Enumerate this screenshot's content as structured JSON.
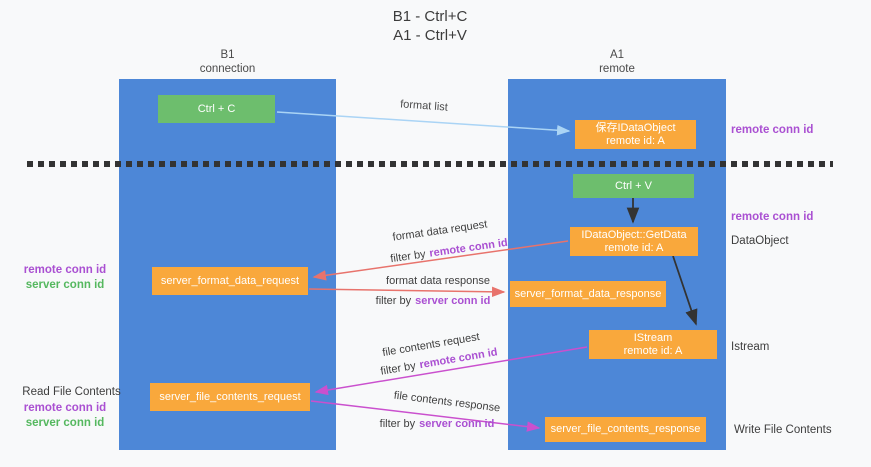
{
  "title": {
    "line1": "B1 - Ctrl+C",
    "line2": "A1 - Ctrl+V"
  },
  "columns": {
    "b1": {
      "name": "B1",
      "subtitle": "connection"
    },
    "a1": {
      "name": "A1",
      "subtitle": "remote"
    }
  },
  "nodes": {
    "ctrl_c": {
      "label": "Ctrl + C"
    },
    "ctrl_v": {
      "label": "Ctrl + V"
    },
    "save_idataobject": {
      "line1": "保存IDataObject",
      "line2": "remote id: A"
    },
    "getdata": {
      "line1": "IDataObject::GetData",
      "line2": "remote id: A"
    },
    "istream": {
      "line1": "IStream",
      "line2": "remote id: A"
    },
    "server_format_data_request": {
      "label": "server_format_data_request"
    },
    "server_format_data_response": {
      "label": "server_format_data_response"
    },
    "server_file_contents_request": {
      "label": "server_file_contents_request"
    },
    "server_file_contents_response": {
      "label": "server_file_contents_response"
    }
  },
  "edge_labels": {
    "format_list": "format list",
    "format_data_request": "format data request",
    "format_data_response": "format data response",
    "file_contents_request": "file contents request",
    "file_contents_response": "file contents response",
    "filter_by": "filter by",
    "remote_conn_id": "remote conn id",
    "server_conn_id": "server conn id"
  },
  "side_labels": {
    "remote_conn_id": "remote conn id",
    "server_conn_id": "server conn id",
    "dataobject": "DataObject",
    "istream": "Istream",
    "read_file_contents": "Read File Contents",
    "write_file_contents": "Write File Contents"
  },
  "colors": {
    "lifeline_blue": "#4d87d7",
    "node_orange": "#f9a83c",
    "node_green": "#6dbe6d",
    "arrow_red": "#e8736c",
    "arrow_magenta": "#ca50ce",
    "arrow_blue": "#aad4f5",
    "arrow_black": "#333333",
    "text_purple": "#aa50d2",
    "text_green": "#55b85f"
  }
}
